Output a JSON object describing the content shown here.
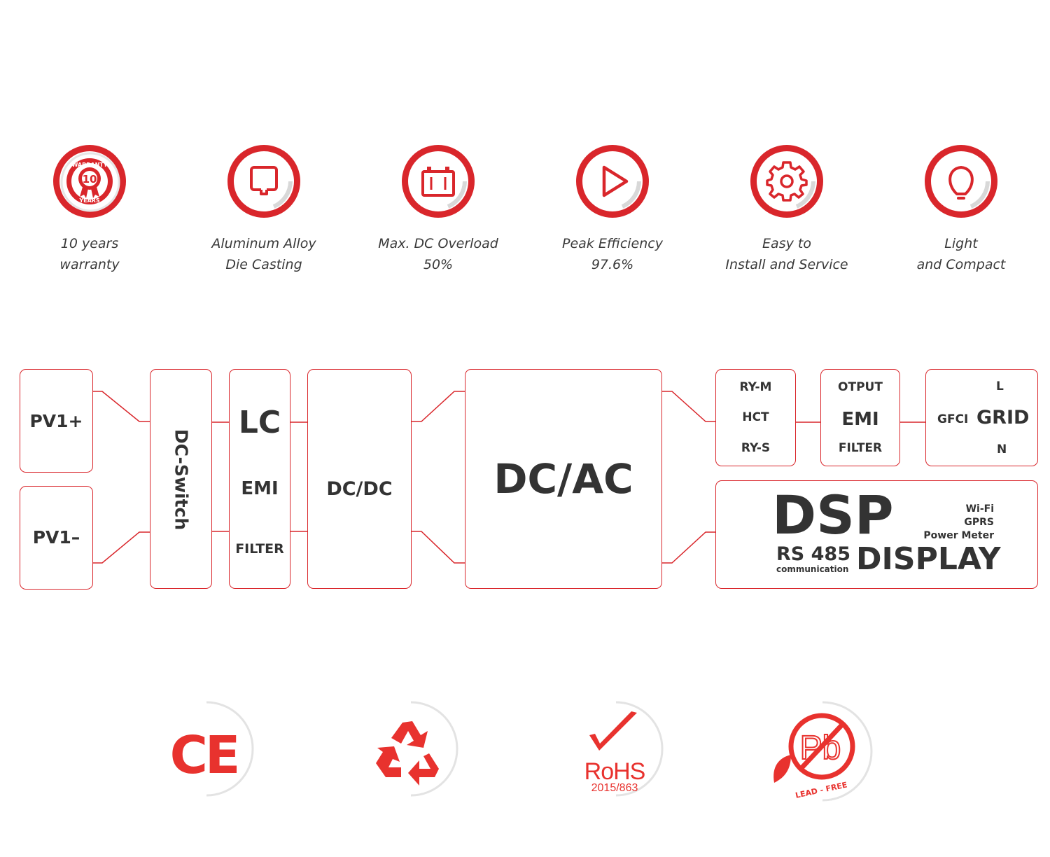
{
  "features": [
    {
      "icon": "warranty-badge-icon",
      "line1": "10 years",
      "line2": "warranty",
      "badge_top": "WARRANTY",
      "badge_num": "10",
      "badge_bottom": "YEARS"
    },
    {
      "icon": "casting-icon",
      "line1": "Aluminum Alloy",
      "line2": "Die Casting"
    },
    {
      "icon": "battery-icon",
      "line1": "Max. DC Overload",
      "line2": "50%"
    },
    {
      "icon": "play-icon",
      "line1": "Peak Efficiency",
      "line2": "97.6%"
    },
    {
      "icon": "gear-icon",
      "line1": "Easy to",
      "line2": "Install and Service"
    },
    {
      "icon": "bulb-icon",
      "line1": "Light",
      "line2": "and Compact"
    }
  ],
  "diagram": {
    "pv_plus": "PV1+",
    "pv_minus": "PV1–",
    "dc_switch": "DC-Switch",
    "lc": "LC",
    "lc_emi": "EMI",
    "lc_filter": "FILTER",
    "dcdc": "DC/DC",
    "dcac": "DC/AC",
    "ry_m": "RY-M",
    "hct": "HCT",
    "ry_s": "RY-S",
    "otput": "OTPUT",
    "out_emi": "EMI",
    "out_filter": "FILTER",
    "grid_l": "L",
    "gfci": "GFCI",
    "grid": "GRID",
    "grid_n": "N",
    "dsp": "DSP",
    "wifi": "Wi-Fi",
    "gprs": "GPRS",
    "power_meter": "Power Meter",
    "rs485": "RS 485",
    "communication": "communication",
    "display": "DISPLAY"
  },
  "certifications": {
    "ce": "CE",
    "recycle": "recycle-icon",
    "rohs": "RoHS",
    "rohs_code": "2015/863",
    "pb": "Pb",
    "lead_free": "LEAD - FREE"
  },
  "colors": {
    "accent": "#d9262b",
    "text": "#333333",
    "ring_shadow": "#c8c8c8"
  }
}
